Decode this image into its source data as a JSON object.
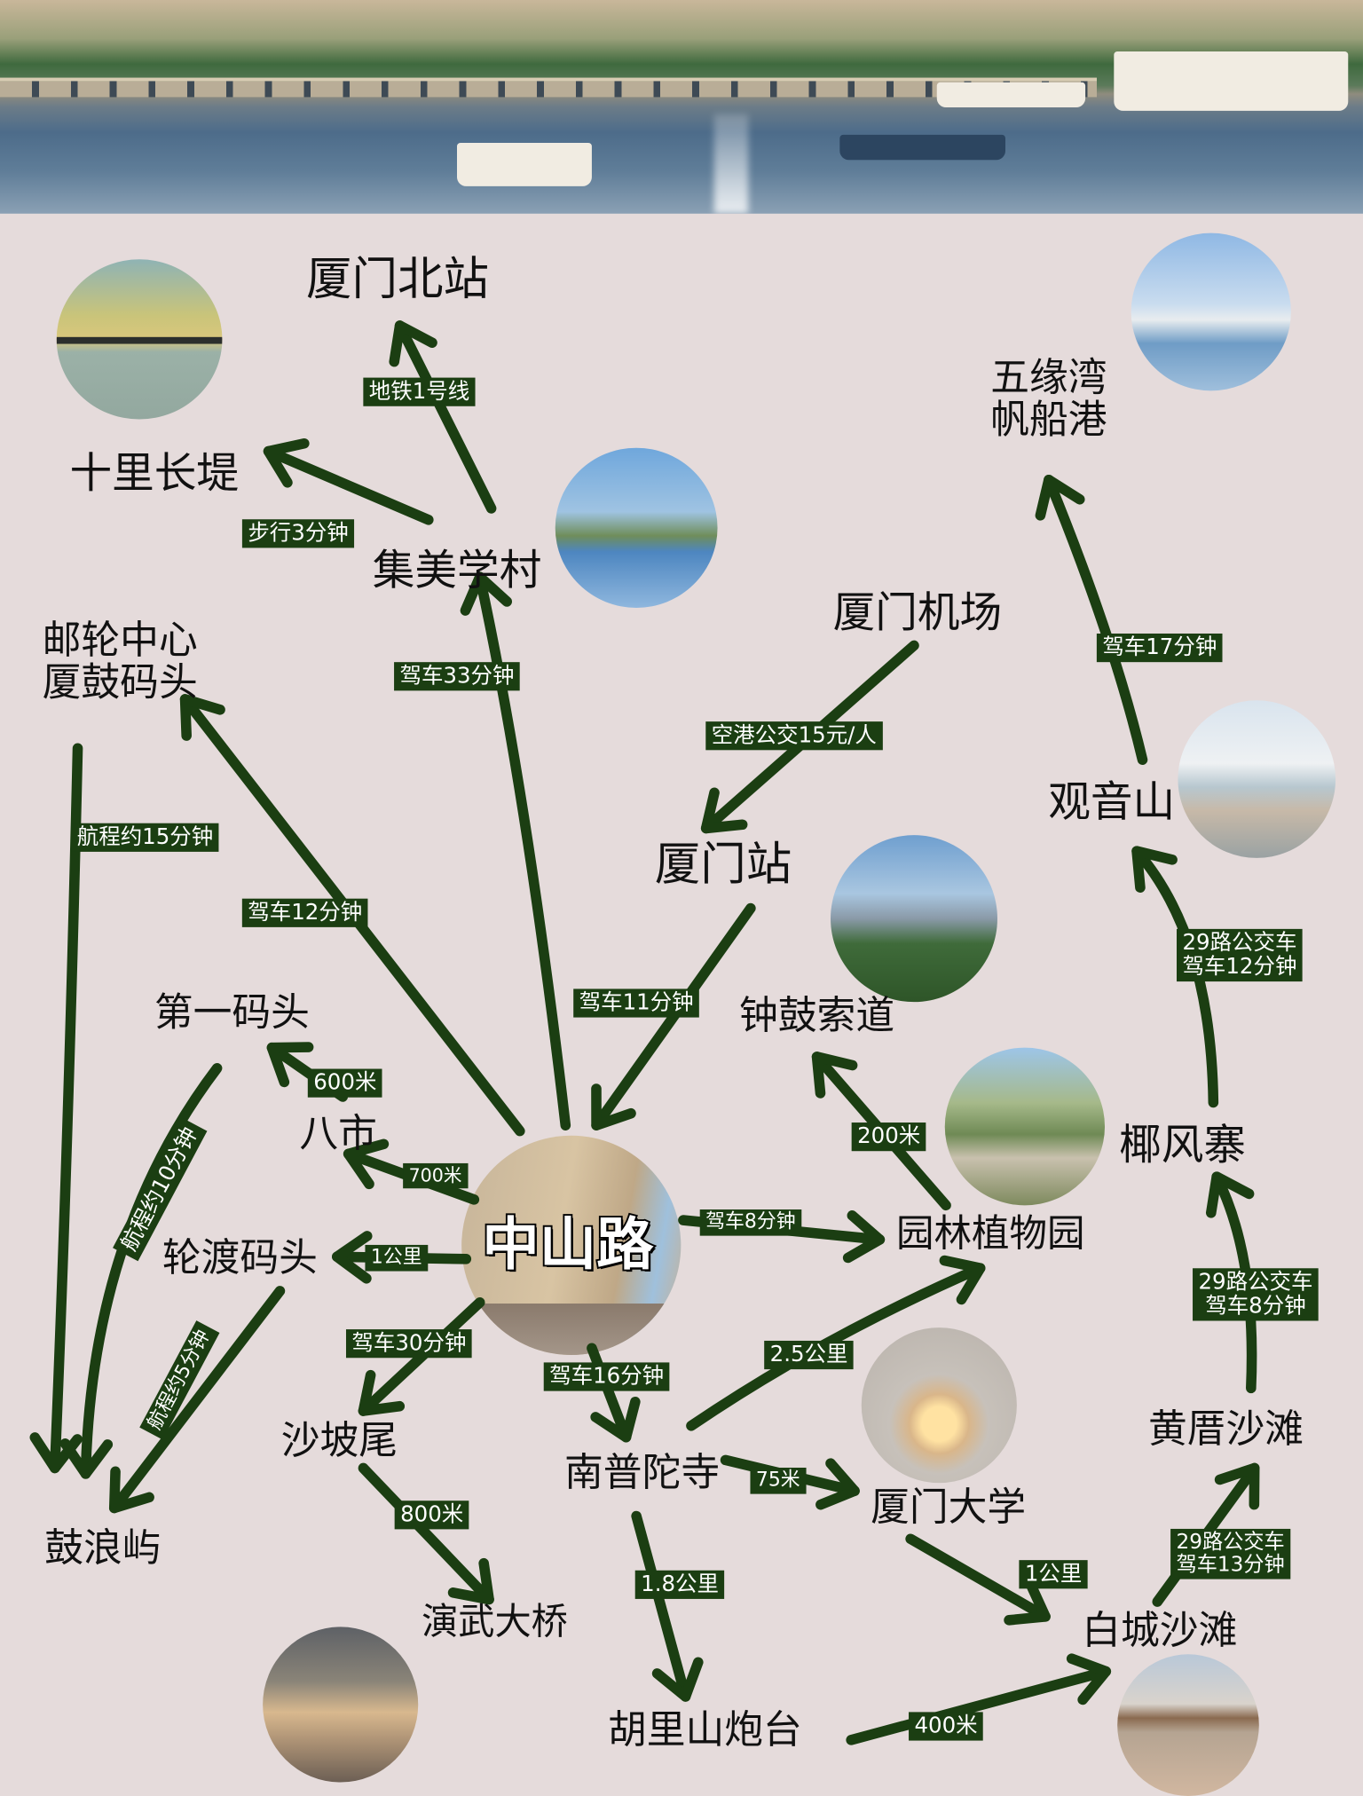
{
  "places": {
    "xiamen_north": "厦门北站",
    "shili_changdi": "十里长堤",
    "jimei": "集美学村",
    "cruise_center": [
      "邮轮中心",
      "厦鼓码头"
    ],
    "airport": "厦门机场",
    "wuyuan_bay": [
      "五缘湾",
      "帆船港"
    ],
    "xiamen_station": "厦门站",
    "guanyin_shan": "观音山",
    "cableway": "钟鼓索道",
    "first_pier": "第一码头",
    "bashi": "八市",
    "zhongshan_road": "中山路",
    "botanical_garden": "园林植物园",
    "yefengzhai": "椰风寨",
    "ferry_pier": "轮渡码头",
    "shapowei": "沙坡尾",
    "nanputuo": "南普陀寺",
    "xiamen_university": "厦门大学",
    "huangcuo_beach": "黄厝沙滩",
    "gulangyu": "鼓浪屿",
    "yanwu_bridge": "演武大桥",
    "baicheng_beach": "白城沙滩",
    "hulishan_fort": "胡里山炮台"
  },
  "routes": {
    "jimei_to_north": "地铁1号线",
    "jimei_to_shili": "步行3分钟",
    "zhongshan_to_jimei": "驾车33分钟",
    "airport_to_station": "空港公交15元/人",
    "guanyin_to_wuyuan": "驾车17分钟",
    "cruise_to_gulangyu": "航程约15分钟",
    "zhongshan_to_cruise": "驾车12分钟",
    "station_to_zhongshan": "驾车11分钟",
    "yefeng_to_guanyin": [
      "29路公交车",
      "驾车12分钟"
    ],
    "bashi_to_firstpier": "600米",
    "garden_to_cableway": "200米",
    "zhongshan_to_bashi": "700米",
    "zhongshan_to_garden": "驾车8分钟",
    "zhongshan_to_ferry": "1公里",
    "huangcuo_to_yefeng": [
      "29路公交车",
      "驾车8分钟"
    ],
    "firstpier_to_gulangyu": "航程约10分钟",
    "ferry_to_gulangyu": "航程约5分钟",
    "zhongshan_to_shapowei": "驾车30分钟",
    "zhongshan_to_nanputuo": "驾车16分钟",
    "nanputuo_to_garden": "2.5公里",
    "nanputuo_to_xmu": "75米",
    "shapowei_to_yanwu": "800米",
    "nanputuo_to_hulishan": "1.8公里",
    "xmu_to_baicheng": "1公里",
    "baicheng_to_huangcuo": [
      "29路公交车",
      "驾车13分钟"
    ],
    "hulishan_to_baicheng": "400米"
  },
  "colors": {
    "background": "#e5dbdb",
    "arrow": "#1b3e12",
    "tag_bg": "#1b3e12"
  }
}
